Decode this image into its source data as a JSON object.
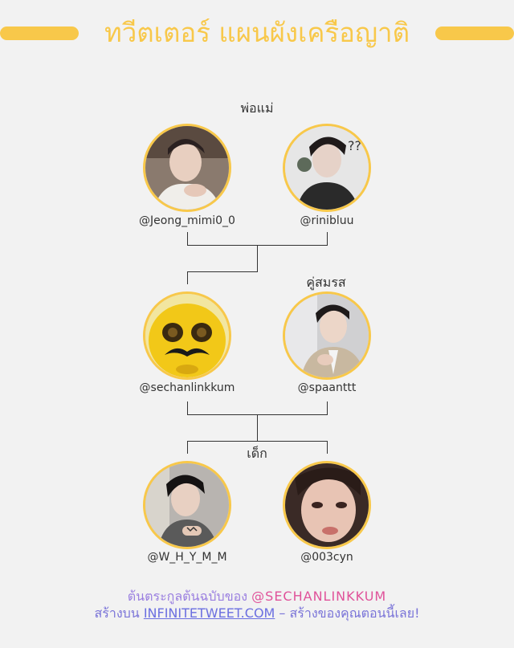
{
  "header": {
    "title": "ทวีตเตอร์ แผนผังเครือญาติ"
  },
  "sections": {
    "parents_label": "พ่อแม่",
    "spouse_label": "คู่สมรส",
    "children_label": "เด็ก"
  },
  "people": {
    "parent1": {
      "handle": "@Jeong_mimi0_0"
    },
    "parent2": {
      "handle": "@rinibluu"
    },
    "self": {
      "handle": "@sechanlinkkum"
    },
    "spouse": {
      "handle": "@spaanttt"
    },
    "child1": {
      "handle": "@W_H_Y_M_M"
    },
    "child2": {
      "handle": "@003cyn"
    }
  },
  "footer": {
    "prefix": "ต้นตระกูลต้นฉบับของ ",
    "owner_handle": "@SECHANLINKKUM",
    "made_on": "สร้างบน ",
    "site_link": "INFINITETWEET.COM",
    "cta": " – สร้างของคุณตอนนี้เลย!"
  },
  "colors": {
    "accent": "#f8c84a",
    "text": "#333333",
    "footer_purple": "#9a7fe0",
    "footer_pink": "#e0529a",
    "footer_link": "#6b6fe0"
  }
}
